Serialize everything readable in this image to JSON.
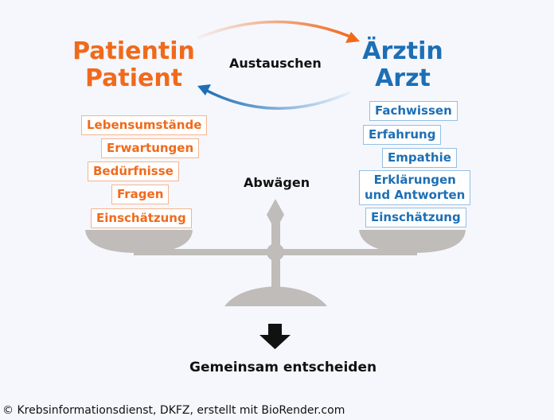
{
  "left_party": {
    "line1": "Patientin",
    "line2": "Patient"
  },
  "right_party": {
    "line1": "Ärztin",
    "line2": "Arzt"
  },
  "exchange_label": "Austauschen",
  "patient_factors": [
    "Lebensumstände",
    "Erwartungen",
    "Bedürfnisse",
    "Fragen",
    "Einschätzung"
  ],
  "doctor_factors": [
    "Fachwissen",
    "Erfahrung",
    "Empathie",
    "Erklärungen und Antworten",
    "Einschätzung"
  ],
  "doctor_factor_4_lines": [
    "Erklärungen",
    "und Antworten"
  ],
  "weigh_label": "Abwägen",
  "result_label": "Gemeinsam entscheiden",
  "footer": "© Krebsinformationsdienst, DKFZ, erstellt mit BioRender.com",
  "colors": {
    "patient": "#f06a1c",
    "doctor": "#1d6fb5",
    "scale": "#bfbcb9",
    "background": "#f5f7fd"
  }
}
